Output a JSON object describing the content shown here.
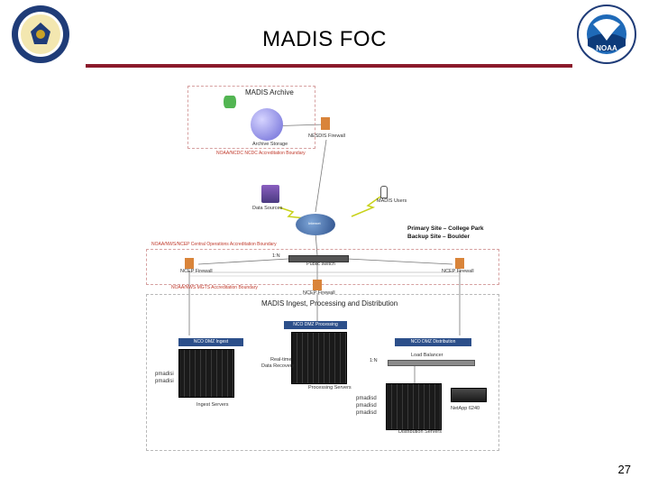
{
  "slide": {
    "title": "MADIS FOC",
    "page_number": "27",
    "left_seal_icon": "doc-seal-icon",
    "right_seal_icon": "noaa-logo-icon",
    "noaa_text": "NOAA"
  },
  "diagram": {
    "archive_title": "MADIS Archive",
    "archive_caption": "Archive Storage",
    "nesdis_firewall": "NESDIS Firewall",
    "archive_boundary": "NOAA/NCDC NCDC Accreditation Boundary",
    "data_sources": "Data Sources",
    "madis_users": "MADIS Users",
    "internet": "Internet",
    "primary_site": "Primary Site – College Park",
    "backup_site": "Backup Site – Boulder",
    "ops_boundary": "NOAA/NWS/NCEP Central Operations Accreditation Boundary",
    "public_switch": "Public switch",
    "ncep_firewall_left": "NCEP Firewall",
    "ncep_firewall_right": "NCEP Firewall",
    "mgts_boundary": "NOAA/NWS MGTS Accreditation Boundary",
    "ncep_firewall_center": "NCEP Firewall",
    "ingest_title": "MADIS Ingest, Processing and Distribution",
    "dmz_processing": "NCO DMZ Processing",
    "dmz_ingest": "NCO DMZ Ingest",
    "dmz_distribution": "NCO DMZ Distribution",
    "ingest_hosts": [
      "pmadisi",
      "pmadisi"
    ],
    "ingest_servers": "Ingest Servers",
    "realtime_recovery": [
      "Real-time",
      "Data Recovery"
    ],
    "processing_servers": "Processing Servers",
    "load_balancer": "Load Balancer",
    "dist_hosts": [
      "pmadisd",
      "pmadisd",
      "pmadisd"
    ],
    "netapp": "NetApp 6240",
    "distribution_servers": "Distribution Servers",
    "one_to_n_label": "1:N"
  }
}
